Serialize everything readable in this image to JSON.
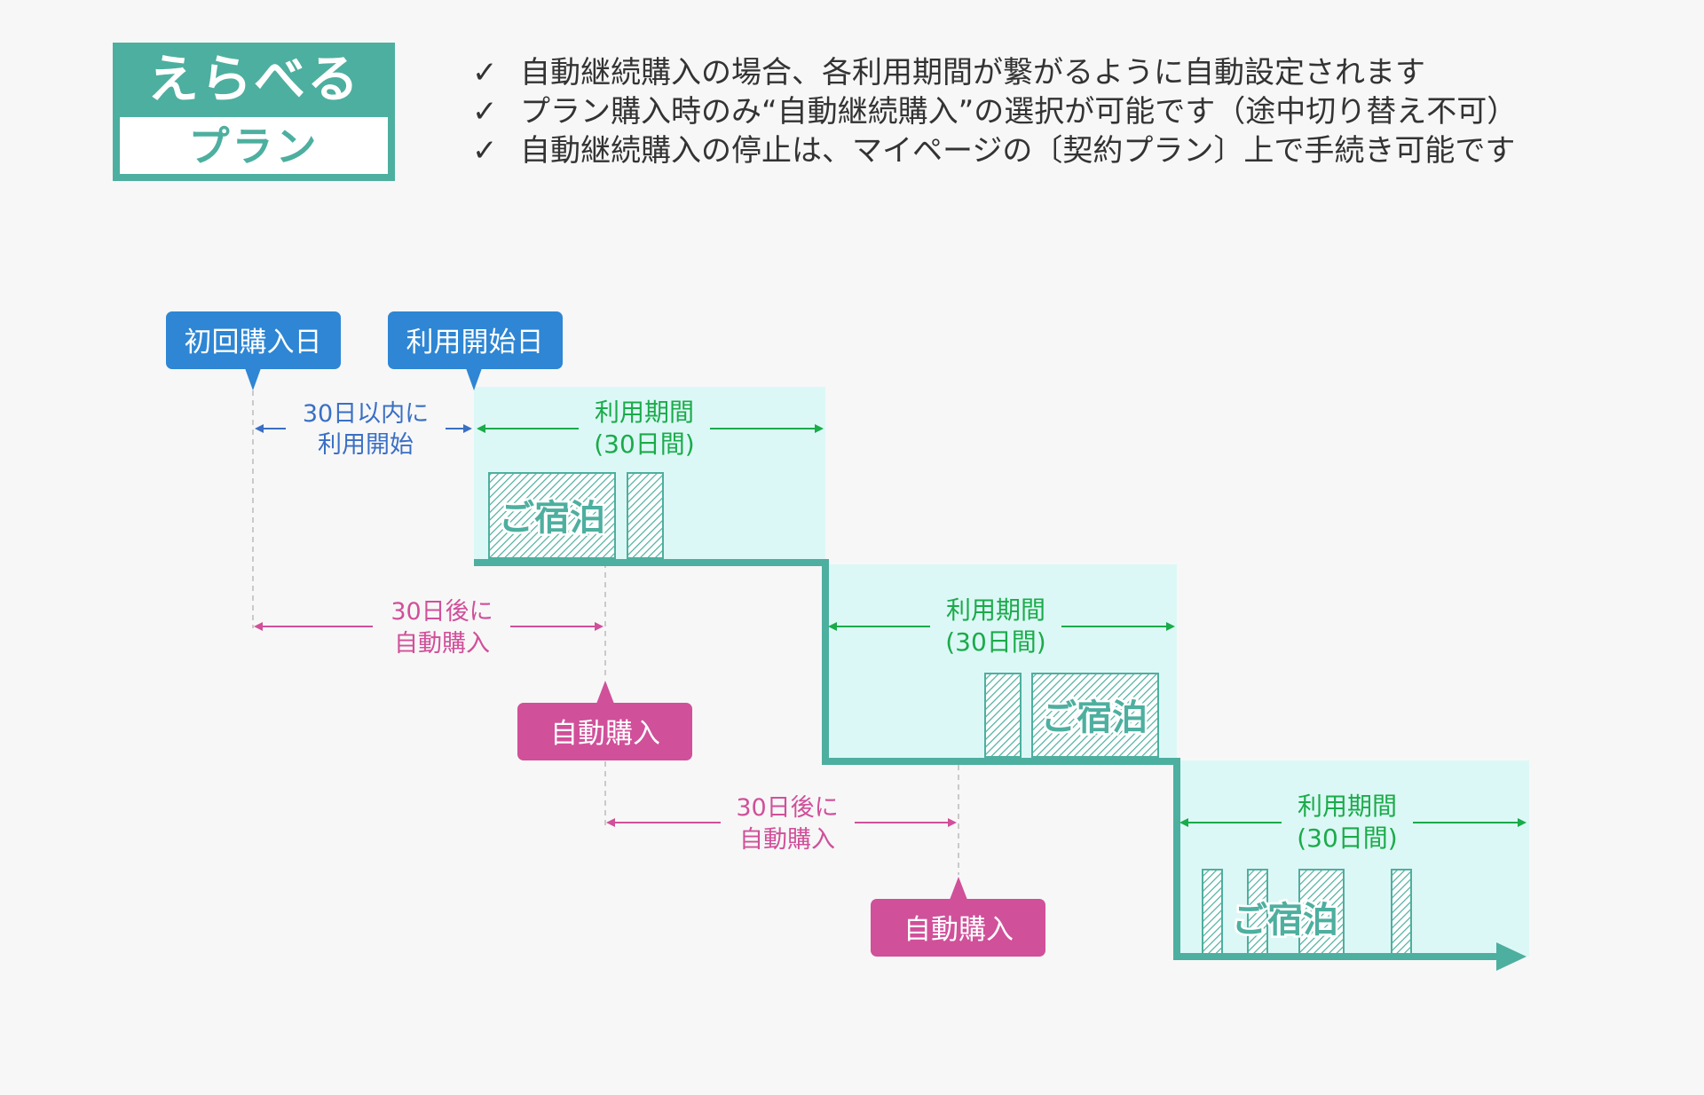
{
  "logo": {
    "title": "えらべる",
    "subtitle": "プラン"
  },
  "notes": [
    "自動継続購入の場合、各利用期間が繋がるように自動設定されます",
    "プラン購入時のみ“自動継続購入”の選択が可能です（途中切り替え不可）",
    "自動継続購入の停止は、マイページの〔契約プラン〕上で手続き可能です"
  ],
  "check_glyph": "✓",
  "labels": {
    "first_purchase": "初回購入日",
    "usage_start": "利用開始日",
    "within_30_line1": "30日以内に",
    "within_30_line2": "利用開始",
    "period_line1": "利用期間",
    "period_line2": "(30日間)",
    "stay": "ご宿泊",
    "after_30_line1": "30日後に",
    "after_30_line2": "自動購入",
    "auto_purchase": "自動購入"
  },
  "colors": {
    "teal": "#4daf9f",
    "period_fill": "#dcf8f6",
    "blue_callout": "#2e86d4",
    "blue_text": "#3a6fc4",
    "green_text": "#1aab4a",
    "pink": "#d0509a"
  }
}
